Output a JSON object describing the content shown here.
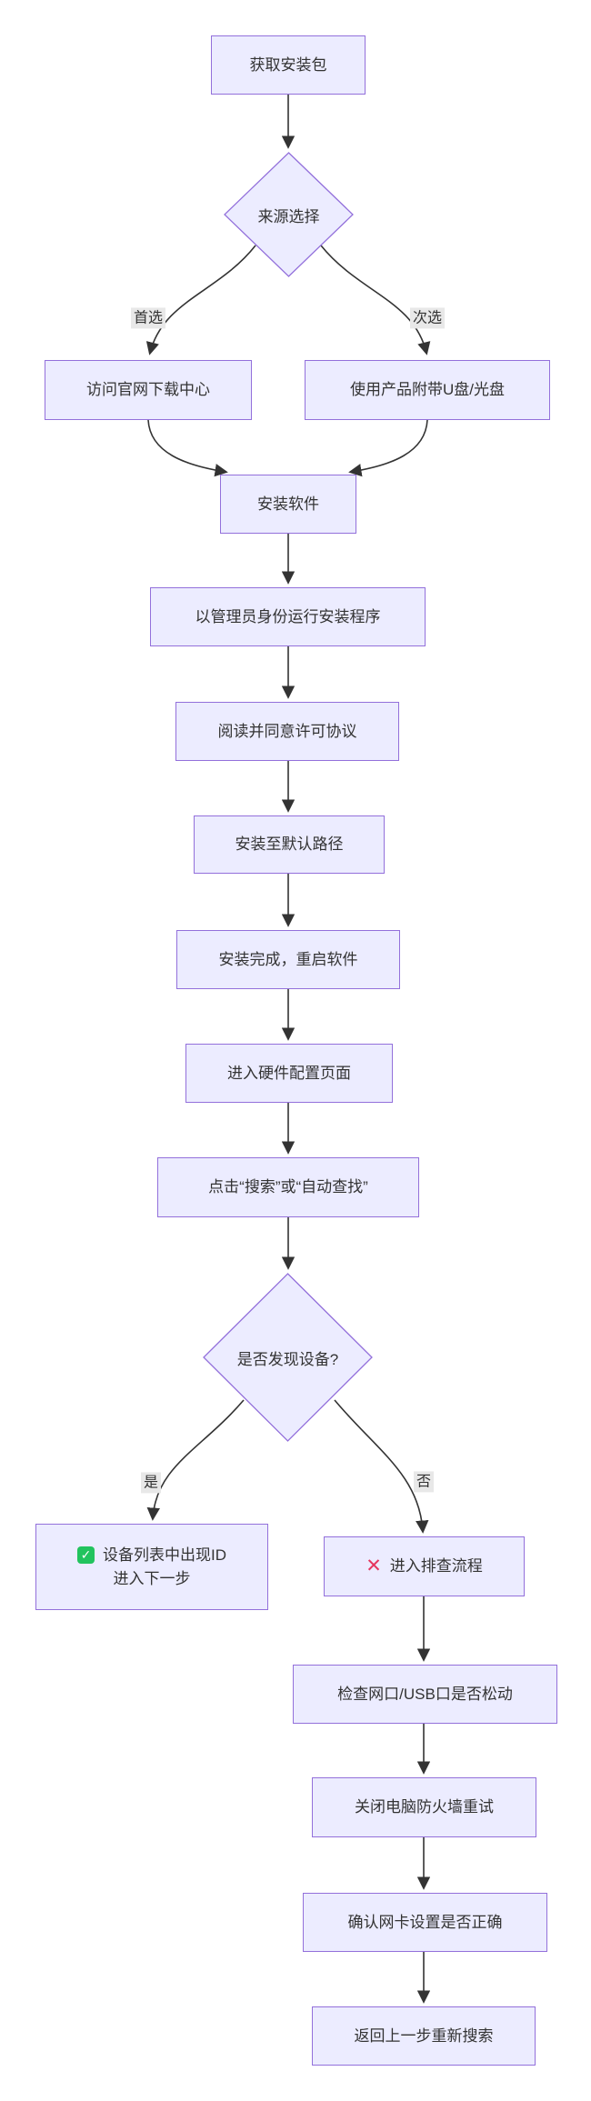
{
  "diagram": {
    "type": "flowchart",
    "direction": "top-down"
  },
  "colors": {
    "node_fill": "#ECECFF",
    "node_border": "#9370DB",
    "text": "#333333",
    "arrow": "#333333",
    "edge_label_bg": "#e8e8e8",
    "check_green": "#22c35e",
    "cross_red": "#e5365f"
  },
  "nodes": {
    "get_package": {
      "label": "获取安装包"
    },
    "source_choice": {
      "label": "来源选择",
      "shape": "diamond"
    },
    "official_site": {
      "label": "访问官网下载中心"
    },
    "usb_cd": {
      "label": "使用产品附带U盘/光盘"
    },
    "install_software": {
      "label": "安装软件"
    },
    "run_as_admin": {
      "label": "以管理员身份运行安装程序"
    },
    "license": {
      "label": "阅读并同意许可协议"
    },
    "default_path": {
      "label": "安装至默认路径"
    },
    "restart": {
      "label": "安装完成，重启软件"
    },
    "hw_config": {
      "label": "进入硬件配置页面"
    },
    "click_search": {
      "label": "点击“搜索”或“自动查找”"
    },
    "device_found": {
      "label": "是否发现设备?",
      "shape": "diamond"
    },
    "device_listed": {
      "icon": "check-icon",
      "icon_glyph": "✓",
      "line1": "设备列表中出现ID",
      "line2": "进入下一步"
    },
    "troubleshoot": {
      "icon": "cross-icon",
      "icon_glyph": "✕",
      "label": "进入排查流程"
    },
    "check_ports": {
      "label": "检查网口/USB口是否松动"
    },
    "firewall": {
      "label": "关闭电脑防火墙重试"
    },
    "nic_settings": {
      "label": "确认网卡设置是否正确"
    },
    "research": {
      "label": "返回上一步重新搜索"
    }
  },
  "edge_labels": {
    "preferred": "首选",
    "secondary": "次选",
    "yes": "是",
    "no": "否"
  }
}
